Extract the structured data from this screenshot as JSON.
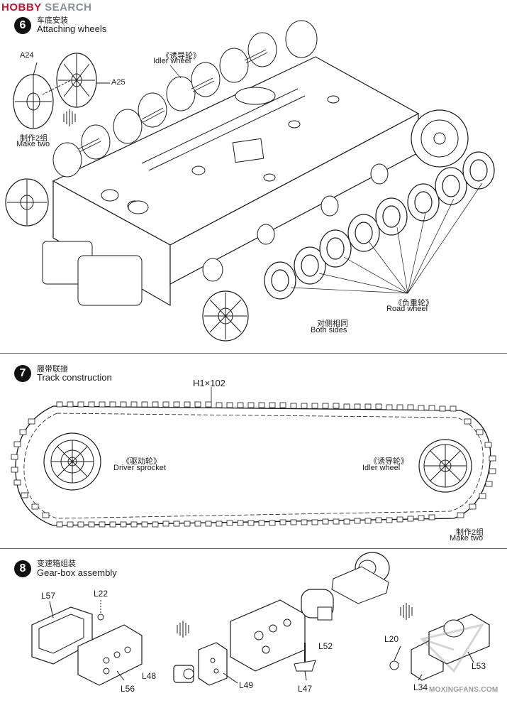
{
  "watermark": {
    "hobby": "HOBBY",
    "search": "SEARCH"
  },
  "footer_watermark": "MOXINGFANS.COM",
  "steps": [
    {
      "number": "6",
      "title_cn": "车底安装",
      "title_en": "Attaching wheels",
      "labels": {
        "a24": "A24",
        "a25": "A25",
        "make_two_cn": "制作2组",
        "make_two_en": "Make two",
        "idler_cn": "《诱导轮》",
        "idler_en": "Idler wheel",
        "road_cn": "《负重轮》",
        "road_en": "Road wheel",
        "both_cn": "对侧相同",
        "both_en": "Both sides"
      }
    },
    {
      "number": "7",
      "title_cn": "履带联接",
      "title_en": "Track construction",
      "labels": {
        "track": "H1×102",
        "driver_cn": "《驱动轮》",
        "driver_en": "Driver sprocket",
        "idler_cn": "《诱导轮》",
        "idler_en": "Idler wheel",
        "make_two_cn": "制作2组",
        "make_two_en": "Make two"
      }
    },
    {
      "number": "8",
      "title_cn": "变速箱组装",
      "title_en": "Gear-box assembly",
      "parts": [
        "L57",
        "L22",
        "L56",
        "L48",
        "L49",
        "L52",
        "L47",
        "L20",
        "L53",
        "L34"
      ]
    }
  ]
}
